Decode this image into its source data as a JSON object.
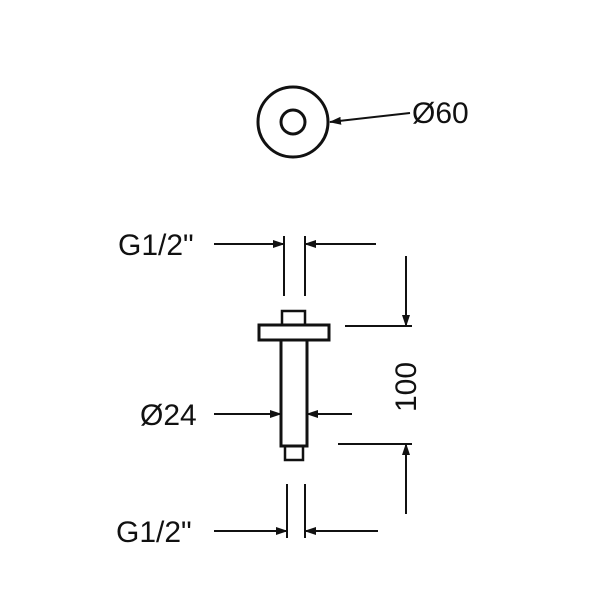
{
  "dimensions": {
    "flange_diameter": "Ø60",
    "top_thread": "G1/2\"",
    "tube_diameter": "Ø24",
    "length": "100",
    "bottom_thread": "G1/2\""
  },
  "colors": {
    "stroke": "#111111",
    "background": "#ffffff"
  }
}
